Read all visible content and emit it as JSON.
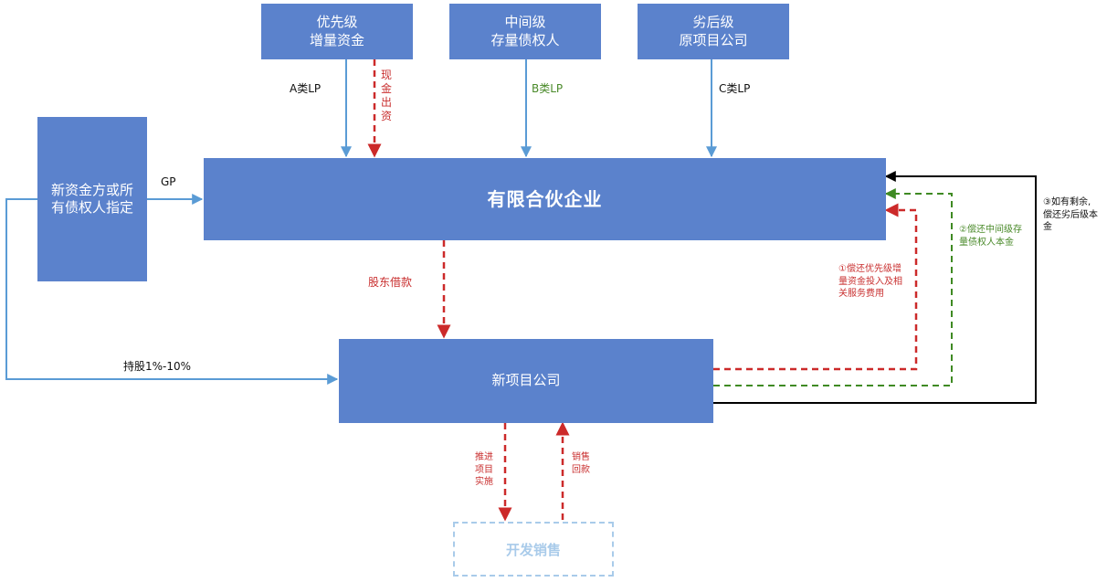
{
  "boxes": {
    "senior_line1": "优先级",
    "senior_line2": "增量资金",
    "mezz_line1": "中间级",
    "mezz_line2": "存量债权人",
    "junior_line1": "劣后级",
    "junior_line2": "原项目公司",
    "new_fund_line1": "新资金方或所",
    "new_fund_line2": "有债权人指定",
    "partnership": "有限合伙企业",
    "new_project_company": "新项目公司",
    "dev_sales": "开发销售"
  },
  "labels": {
    "class_a_lp": "A类LP",
    "class_b_lp": "B类LP",
    "class_c_lp": "C类LP",
    "cash_contribution": "现金出资",
    "gp": "GP",
    "shareholder_loan": "股东借款",
    "stake": "持股1%-10%",
    "repay_1_line1": "①偿还优先级增",
    "repay_1_line2": "量资金投入及相",
    "repay_1_line3": "关服务费用",
    "repay_2_line1": "②偿还中间级存",
    "repay_2_line2": "量债权人本金",
    "repay_3_line1": "③如有剩余,",
    "repay_3_line2": "偿还劣后级本",
    "repay_3_line3": "金",
    "advance_project_line1": "推进",
    "advance_project_line2": "项目",
    "advance_project_line3": "实施",
    "sales_receipts_line1": "销售",
    "sales_receipts_line2": "回款"
  },
  "colors": {
    "box_fill": "#5b82cc",
    "arrow_blue": "#5a9bd5",
    "arrow_red": "#cc2a2a",
    "arrow_green": "#3f8a23",
    "arrow_black": "#000000",
    "dashed_box_border": "#a9cbea"
  }
}
